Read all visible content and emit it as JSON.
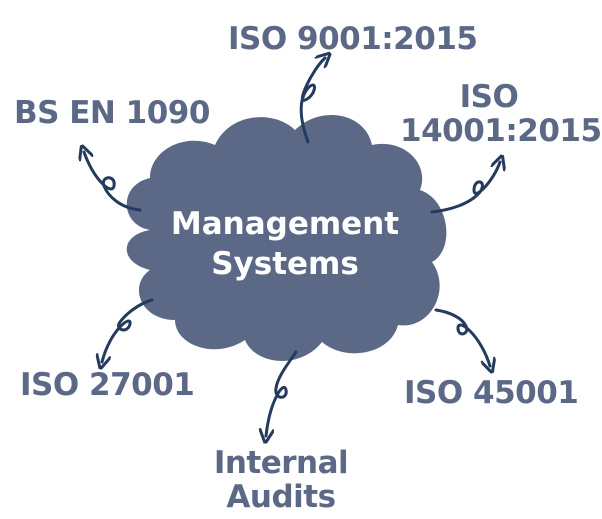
{
  "center": {
    "line1": "Management",
    "line2": "Systems"
  },
  "nodes": {
    "iso9001": "ISO 9001:2015",
    "bsen1090": "BS EN 1090",
    "iso14001_line1": "ISO",
    "iso14001_line2": "14001:2015",
    "iso27001": "ISO 27001",
    "iso45001": "ISO 45001",
    "audits_line1": "Internal",
    "audits_line2": "Audits"
  },
  "colors": {
    "cloud_fill": "#5b6886",
    "arrow_stroke": "#243a5e",
    "label_text": "#5b6886",
    "center_text": "#ffffff"
  }
}
